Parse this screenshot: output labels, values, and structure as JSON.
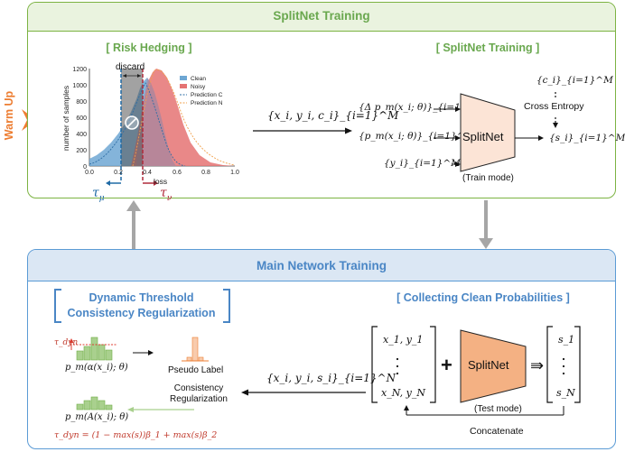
{
  "warm_up": {
    "label": "Warm Up"
  },
  "top_panel": {
    "title": "SplitNet Training",
    "risk_hedging": {
      "title": "[ Risk Hedging ]",
      "discard_label": "discard",
      "y_axis_label": "number of samples",
      "x_axis_label": "loss",
      "y_ticks": [
        "0",
        "200",
        "400",
        "600",
        "800",
        "1000",
        "1200"
      ],
      "x_ticks": [
        "0.0",
        "0.2",
        "0.4",
        "0.6",
        "0.8",
        "1.0"
      ],
      "legend": [
        "Clean",
        "Noisy",
        "Prediction C",
        "Prediction N"
      ],
      "tau_mu": "τ",
      "tau_mu_sub": "μ",
      "tau_nu": "τ",
      "tau_nu_sub": "ν"
    },
    "mid_set_label": "{x_i, y_i, c_i}_{i=1}^M",
    "splitnet_training": {
      "title": "[ SplitNet Training ]",
      "input_1": "{Δ p_m(x_i; θ)}_{i=1}^M",
      "input_2": "{p_m(x_i; θ)}_{i=1}^M",
      "input_3": "{y_i}_{i=1}^M",
      "model_label": "SplitNet",
      "mode_label": "(Train mode)",
      "target_label": "{c_i}_{i=1}^M",
      "loss_label": "Cross Entropy",
      "output_label": "{s_i}_{i=1}^M"
    }
  },
  "bottom_panel": {
    "title": "Main Network Training",
    "dtcr": {
      "title_line1": "Dynamic Threshold",
      "title_line2": "Consistency Regularization",
      "tau_dyn": "τ_dyn",
      "weak_label": "p_m(α(x_i); θ)",
      "pseudo_label": "Pseudo Label",
      "consistency_line1": "Consistency",
      "consistency_line2": "Regularization",
      "strong_label": "p_m(A(x_i); θ)",
      "formula": "τ_dyn = (1 − max(s))β_1 + max(s)β_2"
    },
    "mid_set_label": "{x_i, y_i, s_i}_{i=1}^N",
    "collecting": {
      "title": "[ Collecting Clean Probabilities ]",
      "matrix_top": "x_1, y_1",
      "matrix_bottom": "x_N, y_N",
      "plus": "+",
      "model_label": "SplitNet",
      "mode_label": "(Test mode)",
      "implies": "⇛",
      "output_top": "s_1",
      "output_bottom": "s_N",
      "concat_label": "Concatenate"
    }
  },
  "colors": {
    "green": "#6aa84f",
    "blue": "#4a86c5",
    "orange": "#ed7d31",
    "clean": "#4a90c2",
    "noisy": "#e06666",
    "red_math": "#c0392b"
  }
}
